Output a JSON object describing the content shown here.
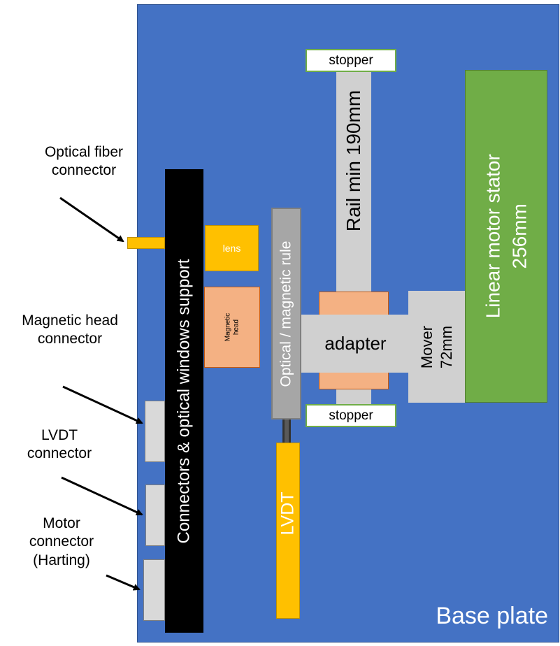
{
  "diagram": {
    "base_plate_label": "Base plate",
    "connectors_support_label": "Connectors & optical windows support",
    "lens_label": "lens",
    "magnetic_head_label": "Magnetic\nhead",
    "rule_label": "Optical / magnetic rule",
    "lvdt_label": "LVDT",
    "adapter_label": "adapter",
    "mover_label": "Mover\n72mm",
    "stator_label": "Linear motor stator\n256mm",
    "rail_label": "Rail  min 190mm",
    "stopper_top_label": "stopper",
    "stopper_bottom_label": "stopper",
    "annotations": {
      "optical_fiber": "Optical fiber\nconnector",
      "magnetic_head": "Magnetic head\nconnector",
      "lvdt": "LVDT\nconnector",
      "motor": "Motor\nconnector\n(Harting)"
    }
  },
  "colors": {
    "base_plate": "#4472C4",
    "support_bar": "#000000",
    "lens": "#FFC000",
    "magnetic_head": "#F4B183",
    "rule": "#A6A6A6",
    "lvdt": "#FFC000",
    "rail": "#D0D0D0",
    "stator": "#70AD47",
    "stopper_border": "#70AD47"
  }
}
